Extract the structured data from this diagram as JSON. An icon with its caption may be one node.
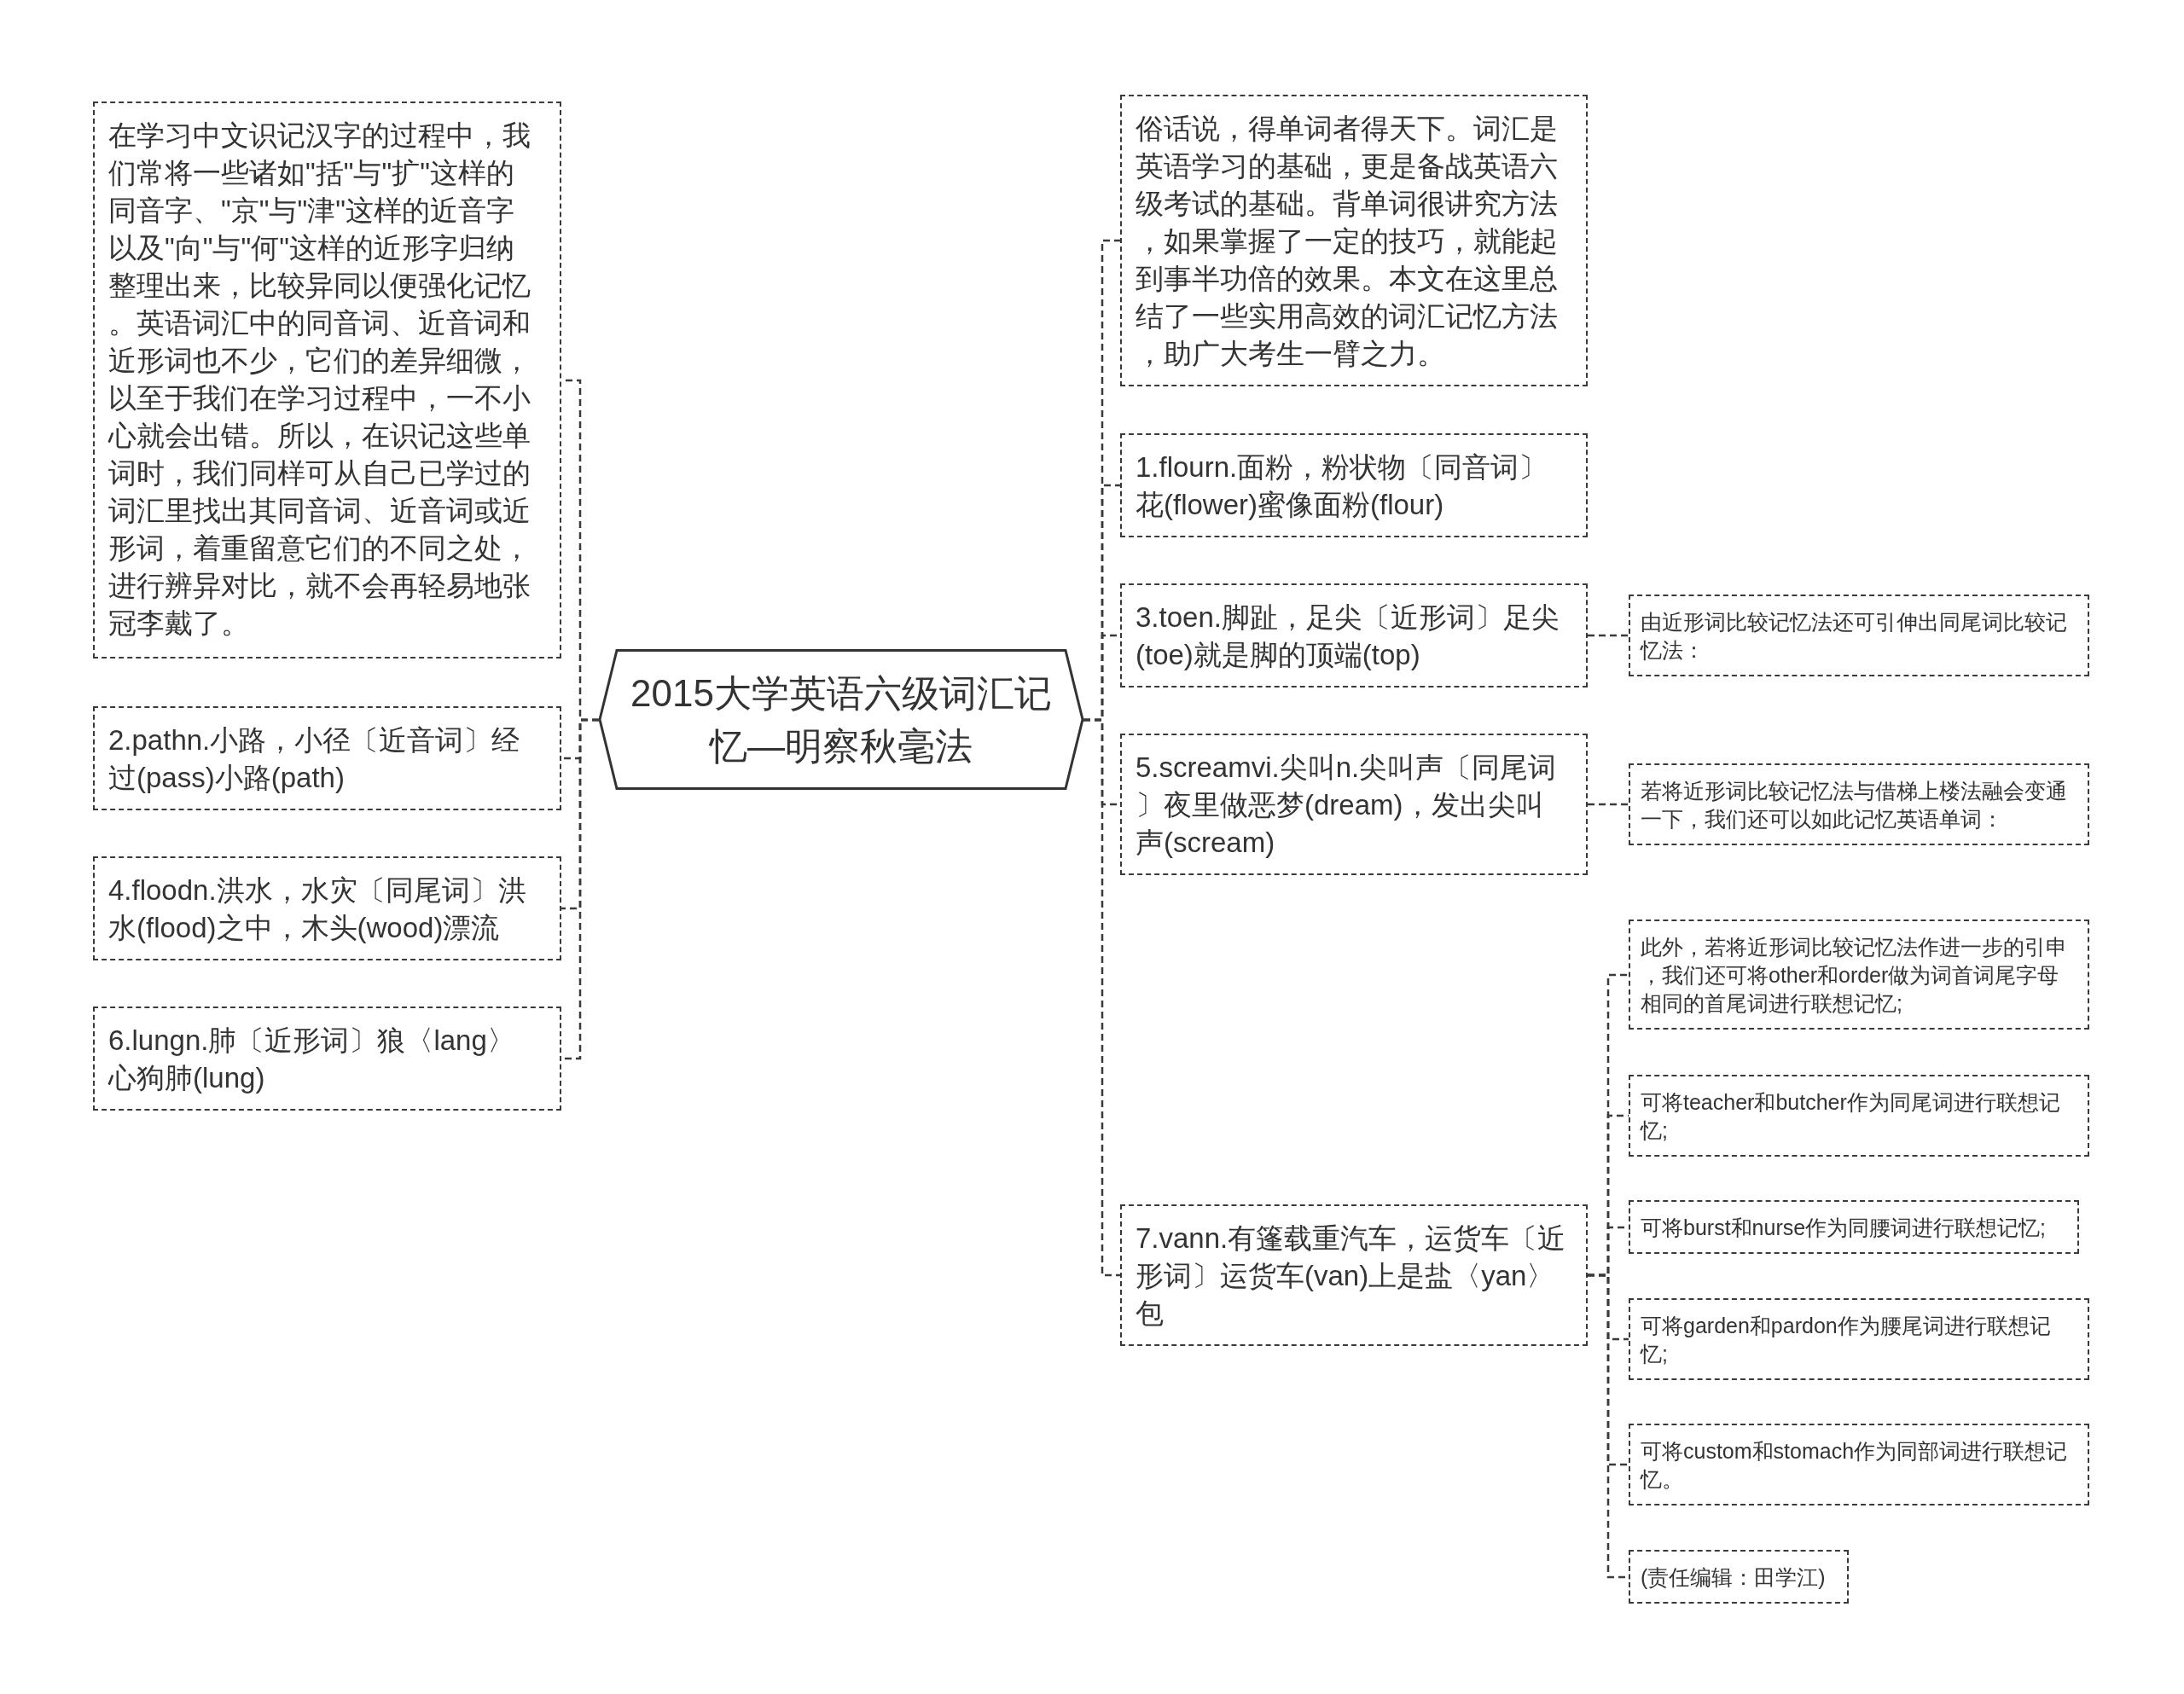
{
  "diagram": {
    "nodes": [
      {
        "text": [
          "2015大学英语六级词汇记忆—明察秋毫法"
        ]
      },
      {
        "text": [
          "在学习中文识记汉字的过程中，我们常将一些诸如\"括\"与\"扩\"这样的同音字、\"京\"与\"津\"这样的近音字以及\"向\"与\"何\"这样的近形字归纳整理出来，比较异同以便强化记忆。英语词汇中的同音词、近音词和近形词也不少，它们的差异细微，以至于我们在学习过程中，一不小心就会出错。所以，在识记这些单词时，我们同样可从自己已学过的词汇里找出其同音词、近音词或近形词，着重留意它们的不同之处，进行辨异对比，就不会再轻易地张冠李戴了。"
        ]
      },
      {
        "text": [
          "2.pathn.小路，小径〔近音词〕经过(pass)小路(path)"
        ]
      },
      {
        "text": [
          "4.floodn.洪水，水灾〔同尾词〕洪水(flood)之中，木头(wood)漂流"
        ]
      },
      {
        "text": [
          "6.lungn.肺〔近形词〕狼〈lang〉心狗肺(lung)"
        ]
      },
      {
        "text": [
          "俗话说，得单词者得天下。词汇是英语学习的基础，更是备战英语六级考试的基础。背单词很讲究方法，如果掌握了一定的技巧，就能起到事半功倍的效果。本文在这里总结了一些实用高效的词汇记忆方法，助广大考生一臂之力。"
        ]
      },
      {
        "text": [
          "1.flourn.面粉，粉状物〔同音词〕花(flower)蜜像面粉(flour)"
        ]
      },
      {
        "text": [
          "3.toen.脚趾，足尖〔近形词〕足尖(toe)就是脚的顶端(top)"
        ]
      },
      {
        "text": [
          "由近形词比较记忆法还可引伸出同尾词比较记忆法："
        ]
      },
      {
        "text": [
          "5.screamvi.尖叫n.尖叫声〔同尾词〕夜里做恶梦(dream)，发出尖叫声(scream)"
        ]
      },
      {
        "text": [
          "若将近形词比较记忆法与借梯上楼法融会变通一下，我们还可以如此记忆英语单词："
        ]
      },
      {
        "text": [
          "7.vann.有篷载重汽车，运货车〔近形词〕运货车(van)上是盐〈yan〉包"
        ]
      },
      {
        "text": [
          "此外，若将近形词比较记忆法作进一步的引申，我们还可将other和order做为词首词尾字母相同的首尾词进行联想记忆;"
        ]
      },
      {
        "text": [
          "可将teacher和butcher作为同尾词进行联想记忆;"
        ]
      },
      {
        "text": [
          "可将burst和nurse作为同腰词进行联想记忆;"
        ]
      },
      {
        "text": [
          "可将garden和pardon作为腰尾词进行联想记忆;"
        ]
      },
      {
        "text": [
          "可将custom和stomach作为同部词进行联想记忆。"
        ]
      },
      {
        "text": [
          "(责任编辑：田学江)"
        ]
      }
    ],
    "edges": [
      {
        "from": 0,
        "to": 1,
        "arrow": "none"
      },
      {
        "from": 0,
        "to": 2,
        "arrow": "none"
      },
      {
        "from": 0,
        "to": 3,
        "arrow": "none"
      },
      {
        "from": 0,
        "to": 4,
        "arrow": "none"
      },
      {
        "from": 0,
        "to": 5,
        "arrow": "none"
      },
      {
        "from": 0,
        "to": 6,
        "arrow": "none"
      },
      {
        "from": 0,
        "to": 7,
        "arrow": "none"
      },
      {
        "from": 7,
        "to": 8,
        "arrow": "none"
      },
      {
        "from": 0,
        "to": 9,
        "arrow": "none"
      },
      {
        "from": 9,
        "to": 10,
        "arrow": "none"
      },
      {
        "from": 0,
        "to": 11,
        "arrow": "none"
      },
      {
        "from": 11,
        "to": 12,
        "arrow": "none"
      },
      {
        "from": 11,
        "to": 13,
        "arrow": "none"
      },
      {
        "from": 11,
        "to": 14,
        "arrow": "none"
      },
      {
        "from": 11,
        "to": 15,
        "arrow": "none"
      },
      {
        "from": 11,
        "to": 16,
        "arrow": "none"
      },
      {
        "from": 11,
        "to": 17,
        "arrow": "none"
      }
    ]
  }
}
